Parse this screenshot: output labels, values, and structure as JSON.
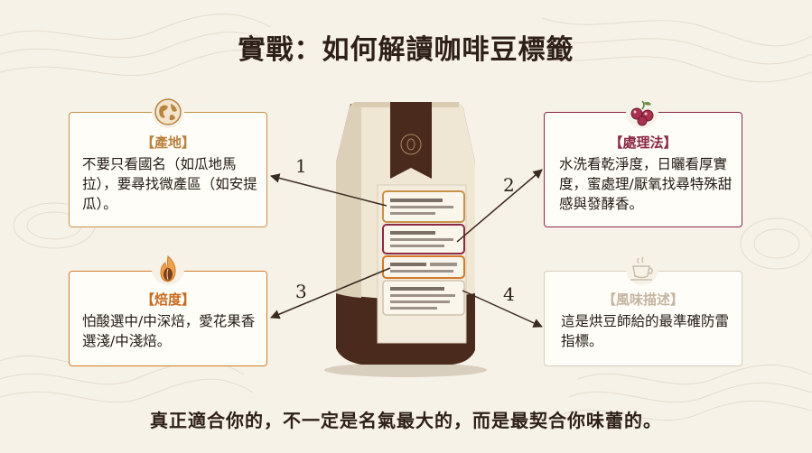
{
  "title": "實戰：如何解讀咖啡豆標籤",
  "footer": "真正適合你的，不一定是名氣最大的，而是最契合你味蕾的。",
  "cards": {
    "origin": {
      "heading": "【產地】",
      "body": "不要只看國名（如瓜地馬拉），要尋找微產區（如安提瓜）。",
      "icon": "globe-icon"
    },
    "process": {
      "heading": "【處理法】",
      "body": "水洗看乾淨度，日曬看厚實度，蜜處理/厭氧找尋特殊甜感與發酵香。",
      "icon": "coffee-cherry-icon"
    },
    "roast": {
      "heading": "【焙度】",
      "body": "怕酸選中/中深焙，愛花果香選淺/中淺焙。",
      "icon": "flame-bean-icon"
    },
    "flavor": {
      "heading": "【風味描述】",
      "body": "這是烘豆師給的最準確防雷指標。",
      "icon": "coffee-cup-icon"
    }
  },
  "steps": [
    "1",
    "2",
    "3",
    "4"
  ],
  "colors": {
    "background": "#f7f2e8",
    "title": "#2e2018",
    "origin_accent": "#c8914a",
    "process_accent": "#8a2846",
    "roast_accent": "#d27a2a",
    "flavor_accent": "#cfc2b0",
    "bag_dark": "#4a2a1d",
    "bag_light": "#efe6d4"
  }
}
